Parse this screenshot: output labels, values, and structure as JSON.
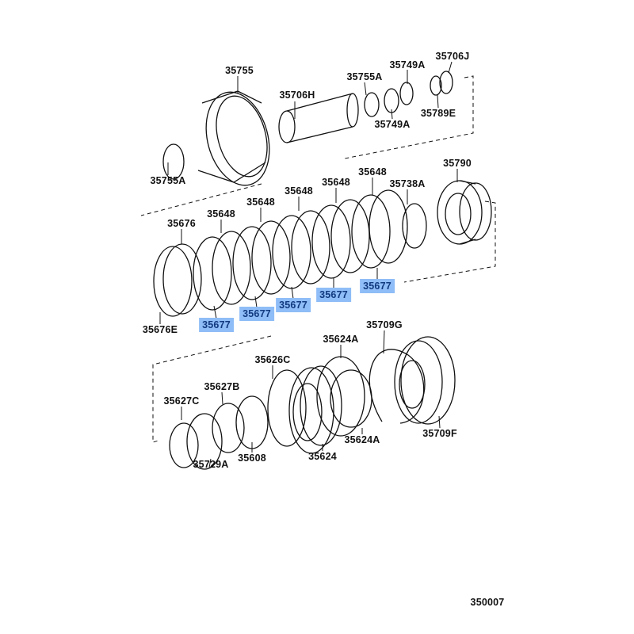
{
  "diagram_id": "350007",
  "highlight_color": "#8fbdf7",
  "labels": {
    "p35755": "35755",
    "p35706H": "35706H",
    "p35755A_top": "35755A",
    "p35749A_top": "35749A",
    "p35706J": "35706J",
    "p35789E": "35789E",
    "p35749A_bottom": "35749A",
    "p35755A_left": "35755A",
    "p35790": "35790",
    "p35648_1": "35648",
    "p35738A": "35738A",
    "p35648_2": "35648",
    "p35648_3": "35648",
    "p35648_4": "35648",
    "p35648_5": "35648",
    "p35676": "35676",
    "p35677_1": "35677",
    "p35677_2": "35677",
    "p35677_3": "35677",
    "p35677_4": "35677",
    "p35677_5": "35677",
    "p35676E": "35676E",
    "p35709G": "35709G",
    "p35624A_top": "35624A",
    "p35626C": "35626C",
    "p35627B": "35627B",
    "p35627C": "35627C",
    "p35709F": "35709F",
    "p35624A_bottom": "35624A",
    "p35624": "35624",
    "p35608": "35608",
    "p35729A": "35729A"
  }
}
